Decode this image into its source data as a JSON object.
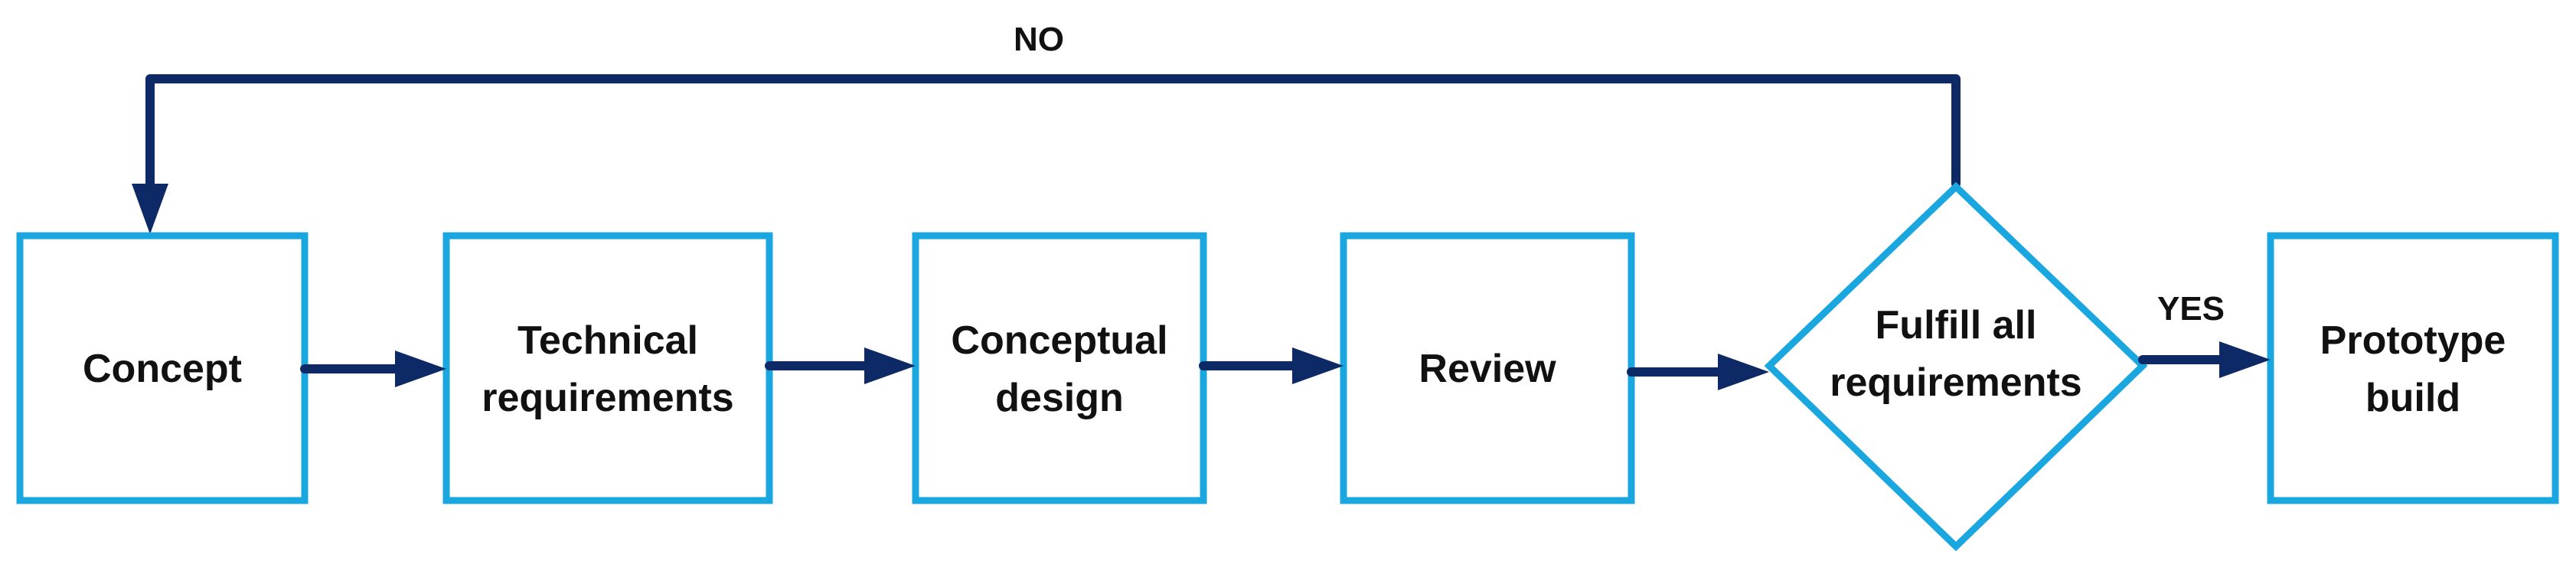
{
  "nodes": {
    "concept": {
      "line1": "Concept"
    },
    "technical_requirements": {
      "line1": "Technical",
      "line2": "requirements"
    },
    "conceptual_design": {
      "line1": "Conceptual",
      "line2": "design"
    },
    "review": {
      "line1": "Review"
    },
    "fulfill_requirements": {
      "line1": "Fulfill all",
      "line2": "requirements"
    },
    "prototype_build": {
      "line1": "Prototype",
      "line2": "build"
    }
  },
  "edges": {
    "no_label": "NO",
    "yes_label": "YES"
  },
  "colors": {
    "box_border": "#1aa7e0",
    "arrow": "#0e2a66",
    "text": "#111111"
  }
}
